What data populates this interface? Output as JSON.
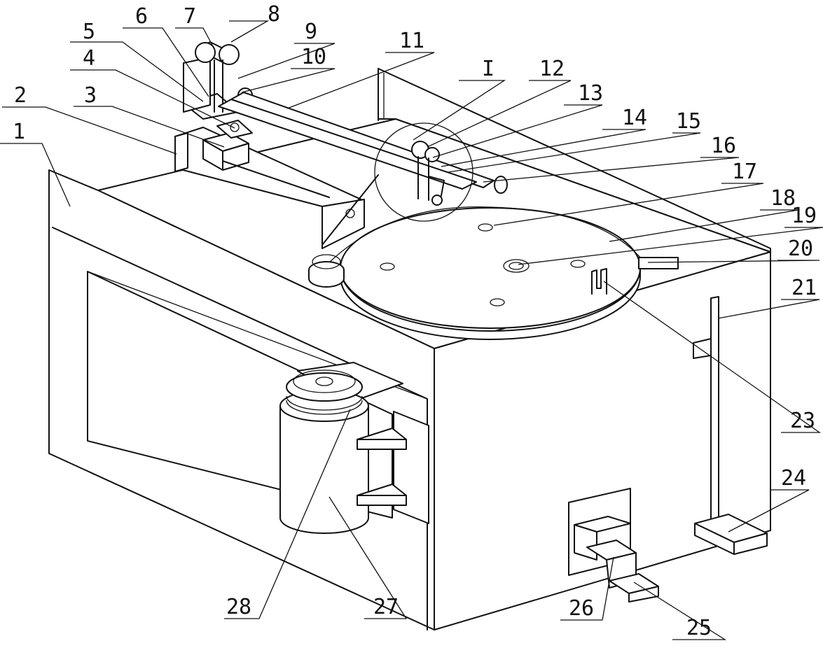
{
  "figure": {
    "type": "patent-drawing",
    "subject": "machine cabinet with rotary table and swing arm",
    "ink_color": "#111111",
    "paper_color": "#ffffff"
  },
  "callouts": [
    {
      "id": "c1",
      "text": "1"
    },
    {
      "id": "c2",
      "text": "2"
    },
    {
      "id": "c3",
      "text": "3"
    },
    {
      "id": "c4",
      "text": "4"
    },
    {
      "id": "c5",
      "text": "5"
    },
    {
      "id": "c6",
      "text": "6"
    },
    {
      "id": "c7",
      "text": "7"
    },
    {
      "id": "c8",
      "text": "8"
    },
    {
      "id": "c9",
      "text": "9"
    },
    {
      "id": "c10",
      "text": "10"
    },
    {
      "id": "c11",
      "text": "11"
    },
    {
      "id": "cI",
      "text": "I"
    },
    {
      "id": "c12",
      "text": "12"
    },
    {
      "id": "c13",
      "text": "13"
    },
    {
      "id": "c14",
      "text": "14"
    },
    {
      "id": "c15",
      "text": "15"
    },
    {
      "id": "c16",
      "text": "16"
    },
    {
      "id": "c17",
      "text": "17"
    },
    {
      "id": "c18",
      "text": "18"
    },
    {
      "id": "c19",
      "text": "19"
    },
    {
      "id": "c20",
      "text": "20"
    },
    {
      "id": "c21",
      "text": "21"
    },
    {
      "id": "c23",
      "text": "23"
    },
    {
      "id": "c24",
      "text": "24"
    },
    {
      "id": "c25",
      "text": "25"
    },
    {
      "id": "c26",
      "text": "26"
    },
    {
      "id": "c27",
      "text": "27"
    },
    {
      "id": "c28",
      "text": "28"
    }
  ]
}
